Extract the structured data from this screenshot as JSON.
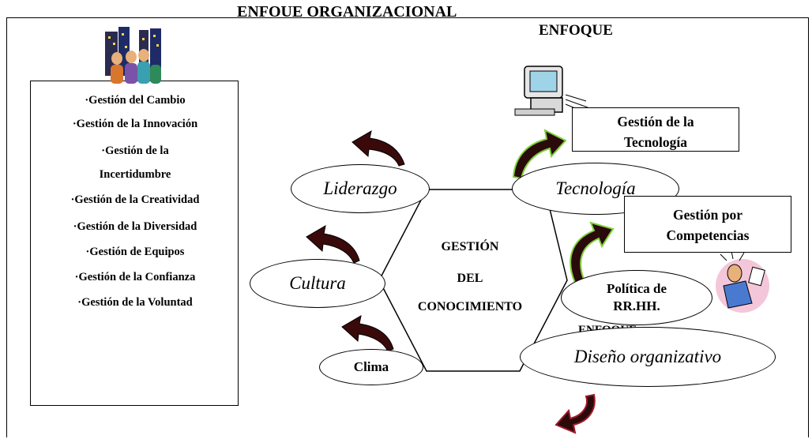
{
  "title_top": "ENFOUE ORGANIZACIONAL",
  "title_right": "ENFOQUE",
  "left_list": [
    "·Gestión del Cambio",
    "·Gestión de la Innovación",
    "·Gestión de la",
    "Incertidumbre",
    "·Gestión de la Creatividad",
    "·Gestión de la Diversidad",
    "·Gestión de Equipos",
    "·Gestión de la Confianza",
    "·Gestión de la Voluntad"
  ],
  "center": {
    "line1": "GESTIÓN",
    "line2": "DEL",
    "line3": "CONOCIMIENTO"
  },
  "ellipses": {
    "liderazgo": "Liderazgo",
    "cultura": "Cultura",
    "clima": "Clima",
    "tecnologia": "Tecnología",
    "politica_1": "Política de",
    "politica_2": "RR.HH.",
    "diseno": "Diseño organizativo"
  },
  "boxes": {
    "tec_1": "Gestión de la",
    "tec_2": "Tecnología",
    "comp_1": "Gestión por",
    "comp_2": "Competencias"
  },
  "enfoque_lower": "ENFOQUE",
  "icons": [
    "people-city-clipart-icon",
    "computer-clipart-icon",
    "stressed-man-clipart-icon"
  ]
}
